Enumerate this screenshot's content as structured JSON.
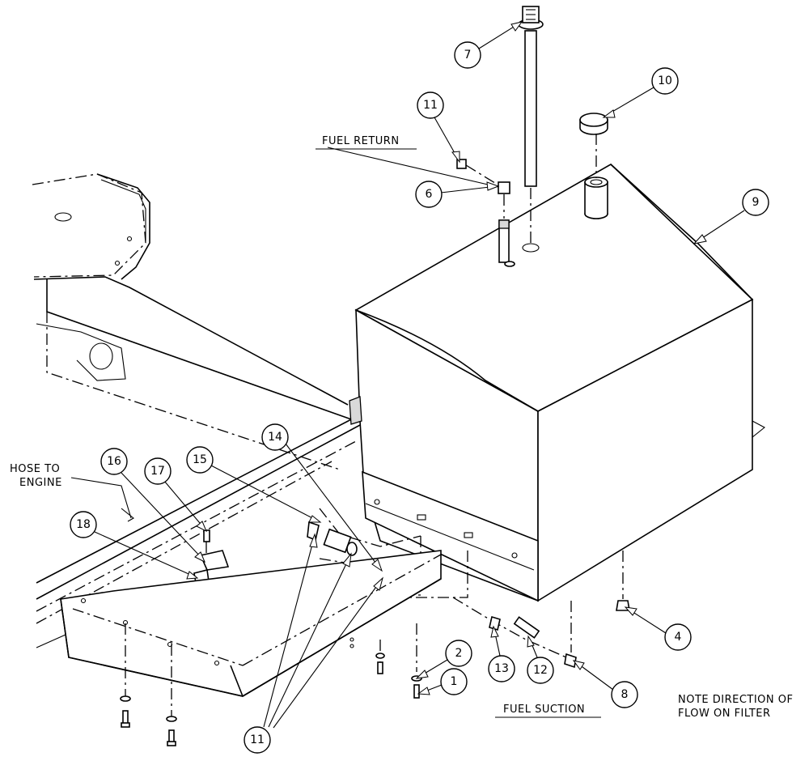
{
  "labels": {
    "fuel_return": "FUEL RETURN",
    "fuel_suction": "FUEL SUCTION",
    "hose_to_engine_line1": "HOSE TO",
    "hose_to_engine_line2": "ENGINE",
    "note_line1": "NOTE DIRECTION OF",
    "note_line2": "FLOW ON FILTER"
  },
  "callouts": {
    "c1": "1",
    "c2": "2",
    "c4": "4",
    "c6": "6",
    "c7": "7",
    "c8": "8",
    "c9": "9",
    "c10": "10",
    "c11_top": "11",
    "c11_bottom": "11",
    "c12": "12",
    "c13": "13",
    "c14": "14",
    "c15": "15",
    "c16": "16",
    "c17": "17",
    "c18": "18"
  }
}
